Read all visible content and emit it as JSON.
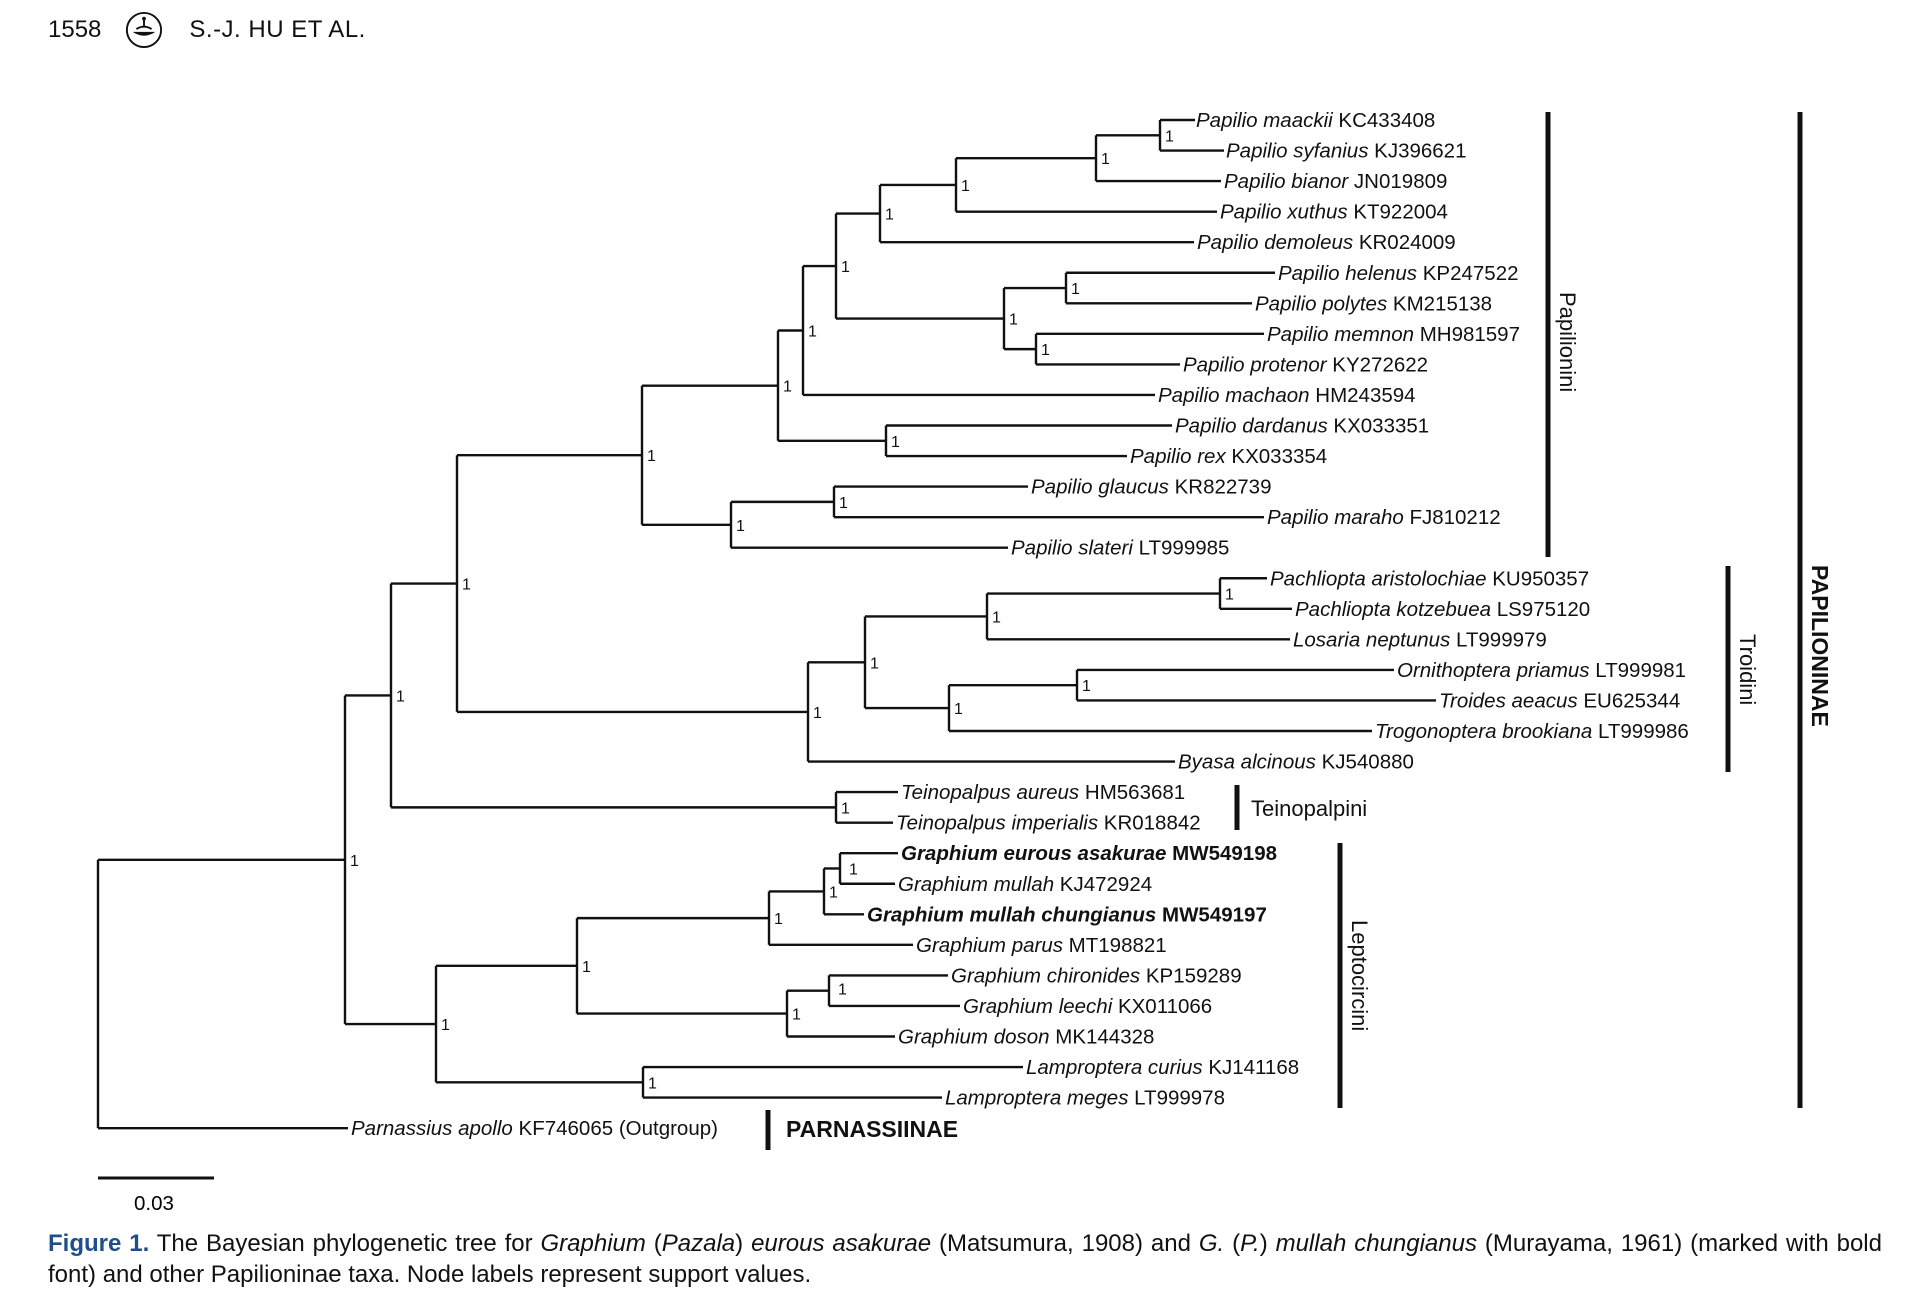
{
  "header": {
    "page_number": "1558",
    "running_head": "S.-J. HU ET AL."
  },
  "tree": {
    "tips": [
      {
        "species": "Papilio maackii",
        "accession": "KC433408",
        "bold": false
      },
      {
        "species": "Papilio syfanius",
        "accession": "KJ396621",
        "bold": false
      },
      {
        "species": "Papilio bianor",
        "accession": "JN019809",
        "bold": false
      },
      {
        "species": "Papilio xuthus",
        "accession": "KT922004",
        "bold": false
      },
      {
        "species": "Papilio demoleus",
        "accession": "KR024009",
        "bold": false
      },
      {
        "species": "Papilio helenus",
        "accession": "KP247522",
        "bold": false
      },
      {
        "species": "Papilio polytes",
        "accession": "KM215138",
        "bold": false
      },
      {
        "species": "Papilio memnon",
        "accession": "MH981597",
        "bold": false
      },
      {
        "species": "Papilio protenor",
        "accession": "KY272622",
        "bold": false
      },
      {
        "species": "Papilio machaon",
        "accession": "HM243594",
        "bold": false
      },
      {
        "species": "Papilio dardanus",
        "accession": "KX033351",
        "bold": false
      },
      {
        "species": "Papilio rex",
        "accession": "KX033354",
        "bold": false
      },
      {
        "species": "Papilio glaucus",
        "accession": "KR822739",
        "bold": false
      },
      {
        "species": "Papilio maraho",
        "accession": "FJ810212",
        "bold": false
      },
      {
        "species": "Papilio slateri",
        "accession": "LT999985",
        "bold": false
      },
      {
        "species": "Pachliopta aristolochiae",
        "accession": "KU950357",
        "bold": false
      },
      {
        "species": "Pachliopta kotzebuea",
        "accession": "LS975120",
        "bold": false
      },
      {
        "species": "Losaria neptunus",
        "accession": "LT999979",
        "bold": false
      },
      {
        "species": "Ornithoptera priamus",
        "accession": "LT999981",
        "bold": false
      },
      {
        "species": "Troides aeacus",
        "accession": "EU625344",
        "bold": false
      },
      {
        "species": "Trogonoptera brookiana",
        "accession": "LT999986",
        "bold": false
      },
      {
        "species": "Byasa alcinous",
        "accession": "KJ540880",
        "bold": false
      },
      {
        "species": "Teinopalpus aureus",
        "accession": "HM563681",
        "bold": false
      },
      {
        "species": "Teinopalpus imperialis",
        "accession": "KR018842",
        "bold": false
      },
      {
        "species": "Graphium eurous asakurae",
        "accession": "MW549198",
        "bold": true
      },
      {
        "species": "Graphium mullah",
        "accession": "KJ472924",
        "bold": false
      },
      {
        "species": "Graphium mullah chungianus",
        "accession": "MW549197",
        "bold": true
      },
      {
        "species": "Graphium parus",
        "accession": "MT198821",
        "bold": false
      },
      {
        "species": "Graphium chironides",
        "accession": "KP159289",
        "bold": false
      },
      {
        "species": "Graphium leechi",
        "accession": "KX011066",
        "bold": false
      },
      {
        "species": "Graphium doson",
        "accession": "MK144328",
        "bold": false
      },
      {
        "species": "Lamproptera curius",
        "accession": "KJ141168",
        "bold": false
      },
      {
        "species": "Lamproptera meges",
        "accession": "LT999978",
        "bold": false
      },
      {
        "species": "Parnassius apollo",
        "accession": "KF746065 (Outgroup)",
        "bold": false
      }
    ],
    "support_value": "1",
    "clades": {
      "papilionini": "Papilionini",
      "troidini": "Troidini",
      "teinopalpini": "Teinopalpini",
      "leptocircini": "Leptocircini",
      "papilioninae": "PAPILIONINAE",
      "parnassiinae": "PARNASSIINAE"
    },
    "scale_bar": "0.03"
  },
  "caption": {
    "label": "Figure 1.",
    "t1": " The Bayesian phylogenetic tree for ",
    "i1": "Graphium",
    "t2": " (",
    "i2": "Pazala",
    "t3": ") ",
    "i3": "eurous asakurae",
    "t4": " (Matsumura, 1908) and ",
    "i4": "G.",
    "t5": " (",
    "i5": "P.",
    "t6": ") ",
    "i6": "mullah chungianus",
    "t7": " (Murayama, 1961) (marked with bold font) and other Papilioninae taxa. Node labels represent support values."
  }
}
